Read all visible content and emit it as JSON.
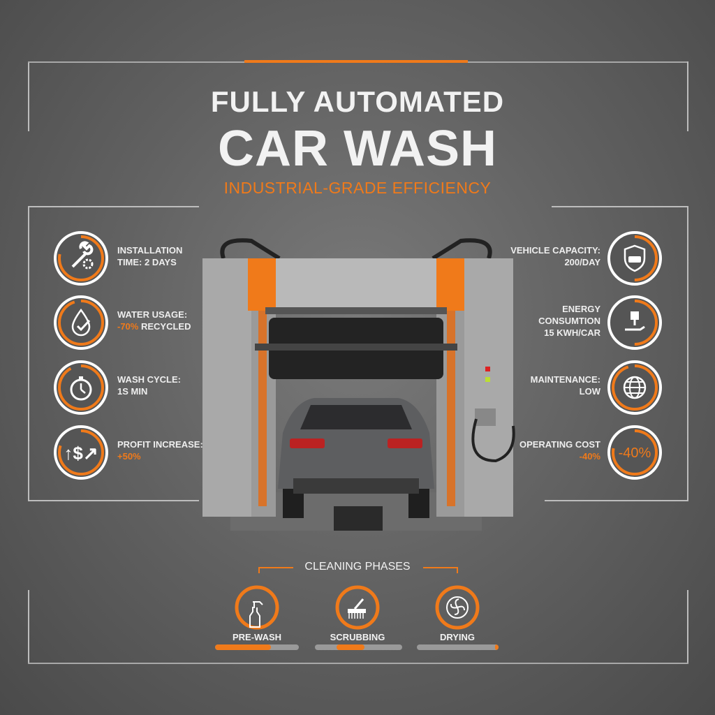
{
  "header": {
    "title_line1": "FULLY AUTOMATED",
    "title_line2": "CAR WASH",
    "subtitle": "INDUSTRIAL-GRADE EFFICIENCY"
  },
  "colors": {
    "accent": "#f07a1a",
    "background": "#5e5e5e",
    "text": "#f2f2f2"
  },
  "left_features": [
    {
      "icon": "wrench-gear-icon",
      "line1": "INSTALLATION",
      "line2": "TIME: 2 DAYS",
      "highlight": ""
    },
    {
      "icon": "water-drop-check-icon",
      "line1": "WATER USAGE:",
      "highlight": "-70%",
      "line2": " RECYCLED"
    },
    {
      "icon": "stopwatch-icon",
      "line1": "WASH CYCLE:",
      "line2": "1S MIN",
      "highlight": ""
    },
    {
      "icon": "dollar-growth-icon",
      "line1": "PROFIT INCREASE:",
      "line2": "",
      "highlight": "+50%"
    }
  ],
  "right_features": [
    {
      "icon": "car-shield-icon",
      "line1": "VEHICLE CAPACITY:",
      "line2": "200/DAY",
      "highlight": ""
    },
    {
      "icon": "plug-hand-icon",
      "line1": "ENERGY",
      "line1b": "CONSUMTION",
      "line2": "15 KWH/CAR",
      "highlight": ""
    },
    {
      "icon": "globe-icon",
      "line1": "MAINTENANCE:",
      "line2": "LOW",
      "highlight": ""
    },
    {
      "icon": "percent-badge-icon",
      "line1": "OPERATING COST",
      "line2": "",
      "highlight": "-40%",
      "badge": "-40%"
    }
  ],
  "phases": {
    "title": "CLEANING PHASES",
    "items": [
      {
        "label": "PRE-WASH",
        "icon": "spray-bottle-icon",
        "progress_start": 0,
        "progress_end": 67
      },
      {
        "label": "SCRUBBING",
        "icon": "scrub-brush-icon",
        "progress_start": 25,
        "progress_end": 57
      },
      {
        "label": "DRYING",
        "icon": "fan-icon",
        "progress_start": 96,
        "progress_end": 100
      }
    ]
  }
}
